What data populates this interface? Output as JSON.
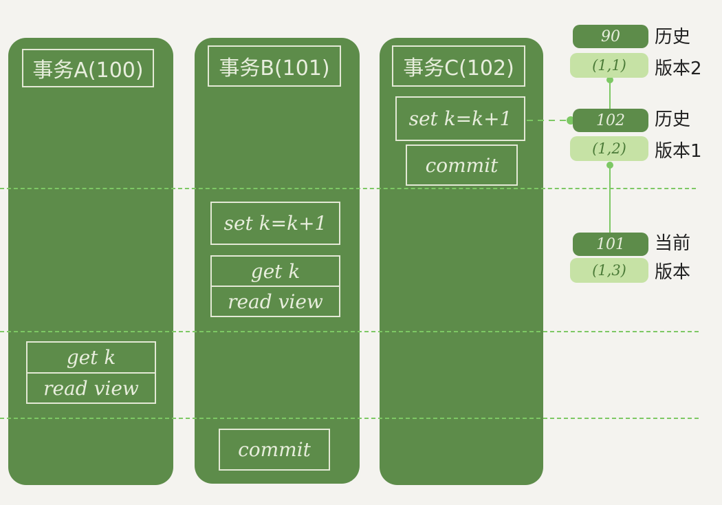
{
  "transactions": {
    "a": {
      "title": "事务A(100)",
      "op_get": "get k",
      "op_read_view": "read view"
    },
    "b": {
      "title": "事务B(101)",
      "op_set": "set k=k+1",
      "op_get": "get k",
      "op_read_view": "read view",
      "op_commit": "commit"
    },
    "c": {
      "title": "事务C(102)",
      "op_set": "set k=k+1",
      "op_commit": "commit"
    }
  },
  "versions": [
    {
      "trx_id": "90",
      "row": "(1,1)",
      "label_line1": "历史",
      "label_line2": "版本2"
    },
    {
      "trx_id": "102",
      "row": "(1,2)",
      "label_line1": "历史",
      "label_line2": "版本1"
    },
    {
      "trx_id": "101",
      "row": "(1,3)",
      "label_line1": "当前",
      "label_line2": "版本"
    }
  ],
  "colors": {
    "background": "#f4f3ef",
    "column": "#5d8c4a",
    "box_border": "#e4e9d6",
    "dashed_line": "#7dc864",
    "tuple": "#c6e2a5"
  }
}
